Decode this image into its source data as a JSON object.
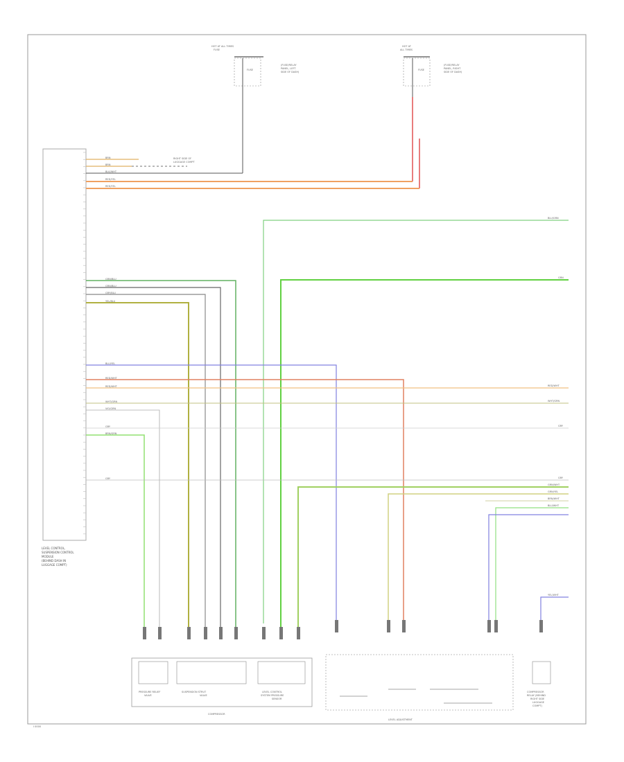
{
  "module_title": [
    "LEVEL CONTROL,",
    "SUSPENSION CONTROL",
    "MODULE",
    "(BEHIND DASH IN",
    "LUGGAGE COMPT)"
  ],
  "fuse_box_left": {
    "title": [
      "HOT AT ALL TIMES",
      "FUSE"
    ],
    "fuse": "FUSE",
    "note": [
      "(FUSE/RELAY",
      "PANEL, LEFT",
      "SIDE OF DASH)"
    ]
  },
  "fuse_box_right": {
    "title": [
      "HOT AT",
      "ALL TIMES"
    ],
    "fuse": "FUSE",
    "note": [
      "(FUSE/RELAY",
      "PANEL, RIGHT",
      "SIDE OF DASH)"
    ]
  },
  "ground_label": [
    "RIGHT SIDE OF",
    "LUGGAGE COMPT"
  ],
  "component_labels": {
    "valve_left": [
      "PRESSURE RELIEF",
      "VALVE"
    ],
    "valve_mid": [
      "SUSPENSION STRUT",
      "VALVE"
    ],
    "sensor": [
      "LEVEL CONTROL",
      "SYSTEM PRESSURE",
      "SENSOR"
    ],
    "compressor_group": "COMPRESSOR",
    "switch_group": "LEVEL ADJUSTMENT",
    "relay": [
      "COMPRESSOR",
      "RELAY (BEHIND",
      "RIGHT SIDE",
      "LUGGAGE",
      "COMPT)"
    ]
  },
  "wire_labels": {
    "r1": "BRN",
    "r2": "BRN",
    "r3": "BLK/WHT",
    "r4": "RED/YEL",
    "r5": "RED/YEL",
    "g1": "GRN/BLU",
    "g2": "GRN/BLU",
    "g3": "GRY/BLU",
    "g4": "YEL/BLU",
    "b1": "BLU/YEL",
    "b2": "RED/WHT",
    "b3": "RED/WHT",
    "b4": "WHT/GRN",
    "b5": "VIO/GRN",
    "b6": "GRY",
    "b7": "BRN/GRN",
    "b8": "GRY",
    "right1": "BLU/GRN",
    "right2": "GRN",
    "right3": "RED/WHT",
    "right4": "WHT/GRN",
    "right5": "GRY",
    "right6": "GRY",
    "right7": "GRN/WHT",
    "right8": "GRN/YEL",
    "right9": "BRN/WHT",
    "right10": "BLU/WHT",
    "right11": "YEL/WHT",
    "ground_wire": "BRN"
  },
  "footer_code": "I 0000"
}
